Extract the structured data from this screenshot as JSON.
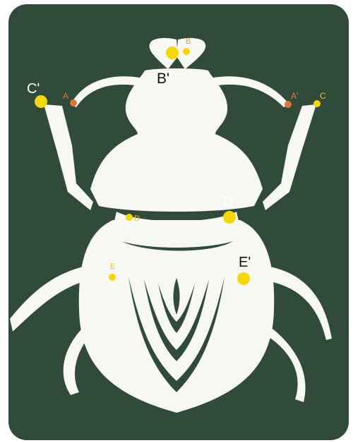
{
  "colors": {
    "board": "#314b3a",
    "paper": "#f7f8f4",
    "yellow": "#f5d800",
    "orange": "#e0753a",
    "label_dark": "#ffffff",
    "label_yellow": "#f0c020",
    "label_orange": "#e07b3a"
  },
  "points": {
    "A": "A",
    "A_prime": "A'",
    "B": "B",
    "B_prime": "B'",
    "C": "C",
    "C_prime": "C'",
    "D": "D",
    "D_prime": "D'",
    "E": "E",
    "E_prime": "E'"
  }
}
